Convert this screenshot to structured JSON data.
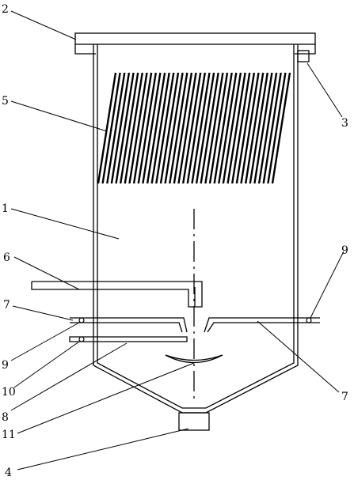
{
  "labels": {
    "l1": "1",
    "l2": "2",
    "l3": "3",
    "l4": "4",
    "l5": "5",
    "l6": "6",
    "l7a": "7",
    "l7b": "7",
    "l8": "8",
    "l9a": "9",
    "l9b": "9",
    "l10": "10",
    "l11": "11"
  },
  "colors": {
    "stroke": "#000000",
    "background": "#ffffff"
  },
  "packing": {
    "hatch_line_count": 40
  }
}
